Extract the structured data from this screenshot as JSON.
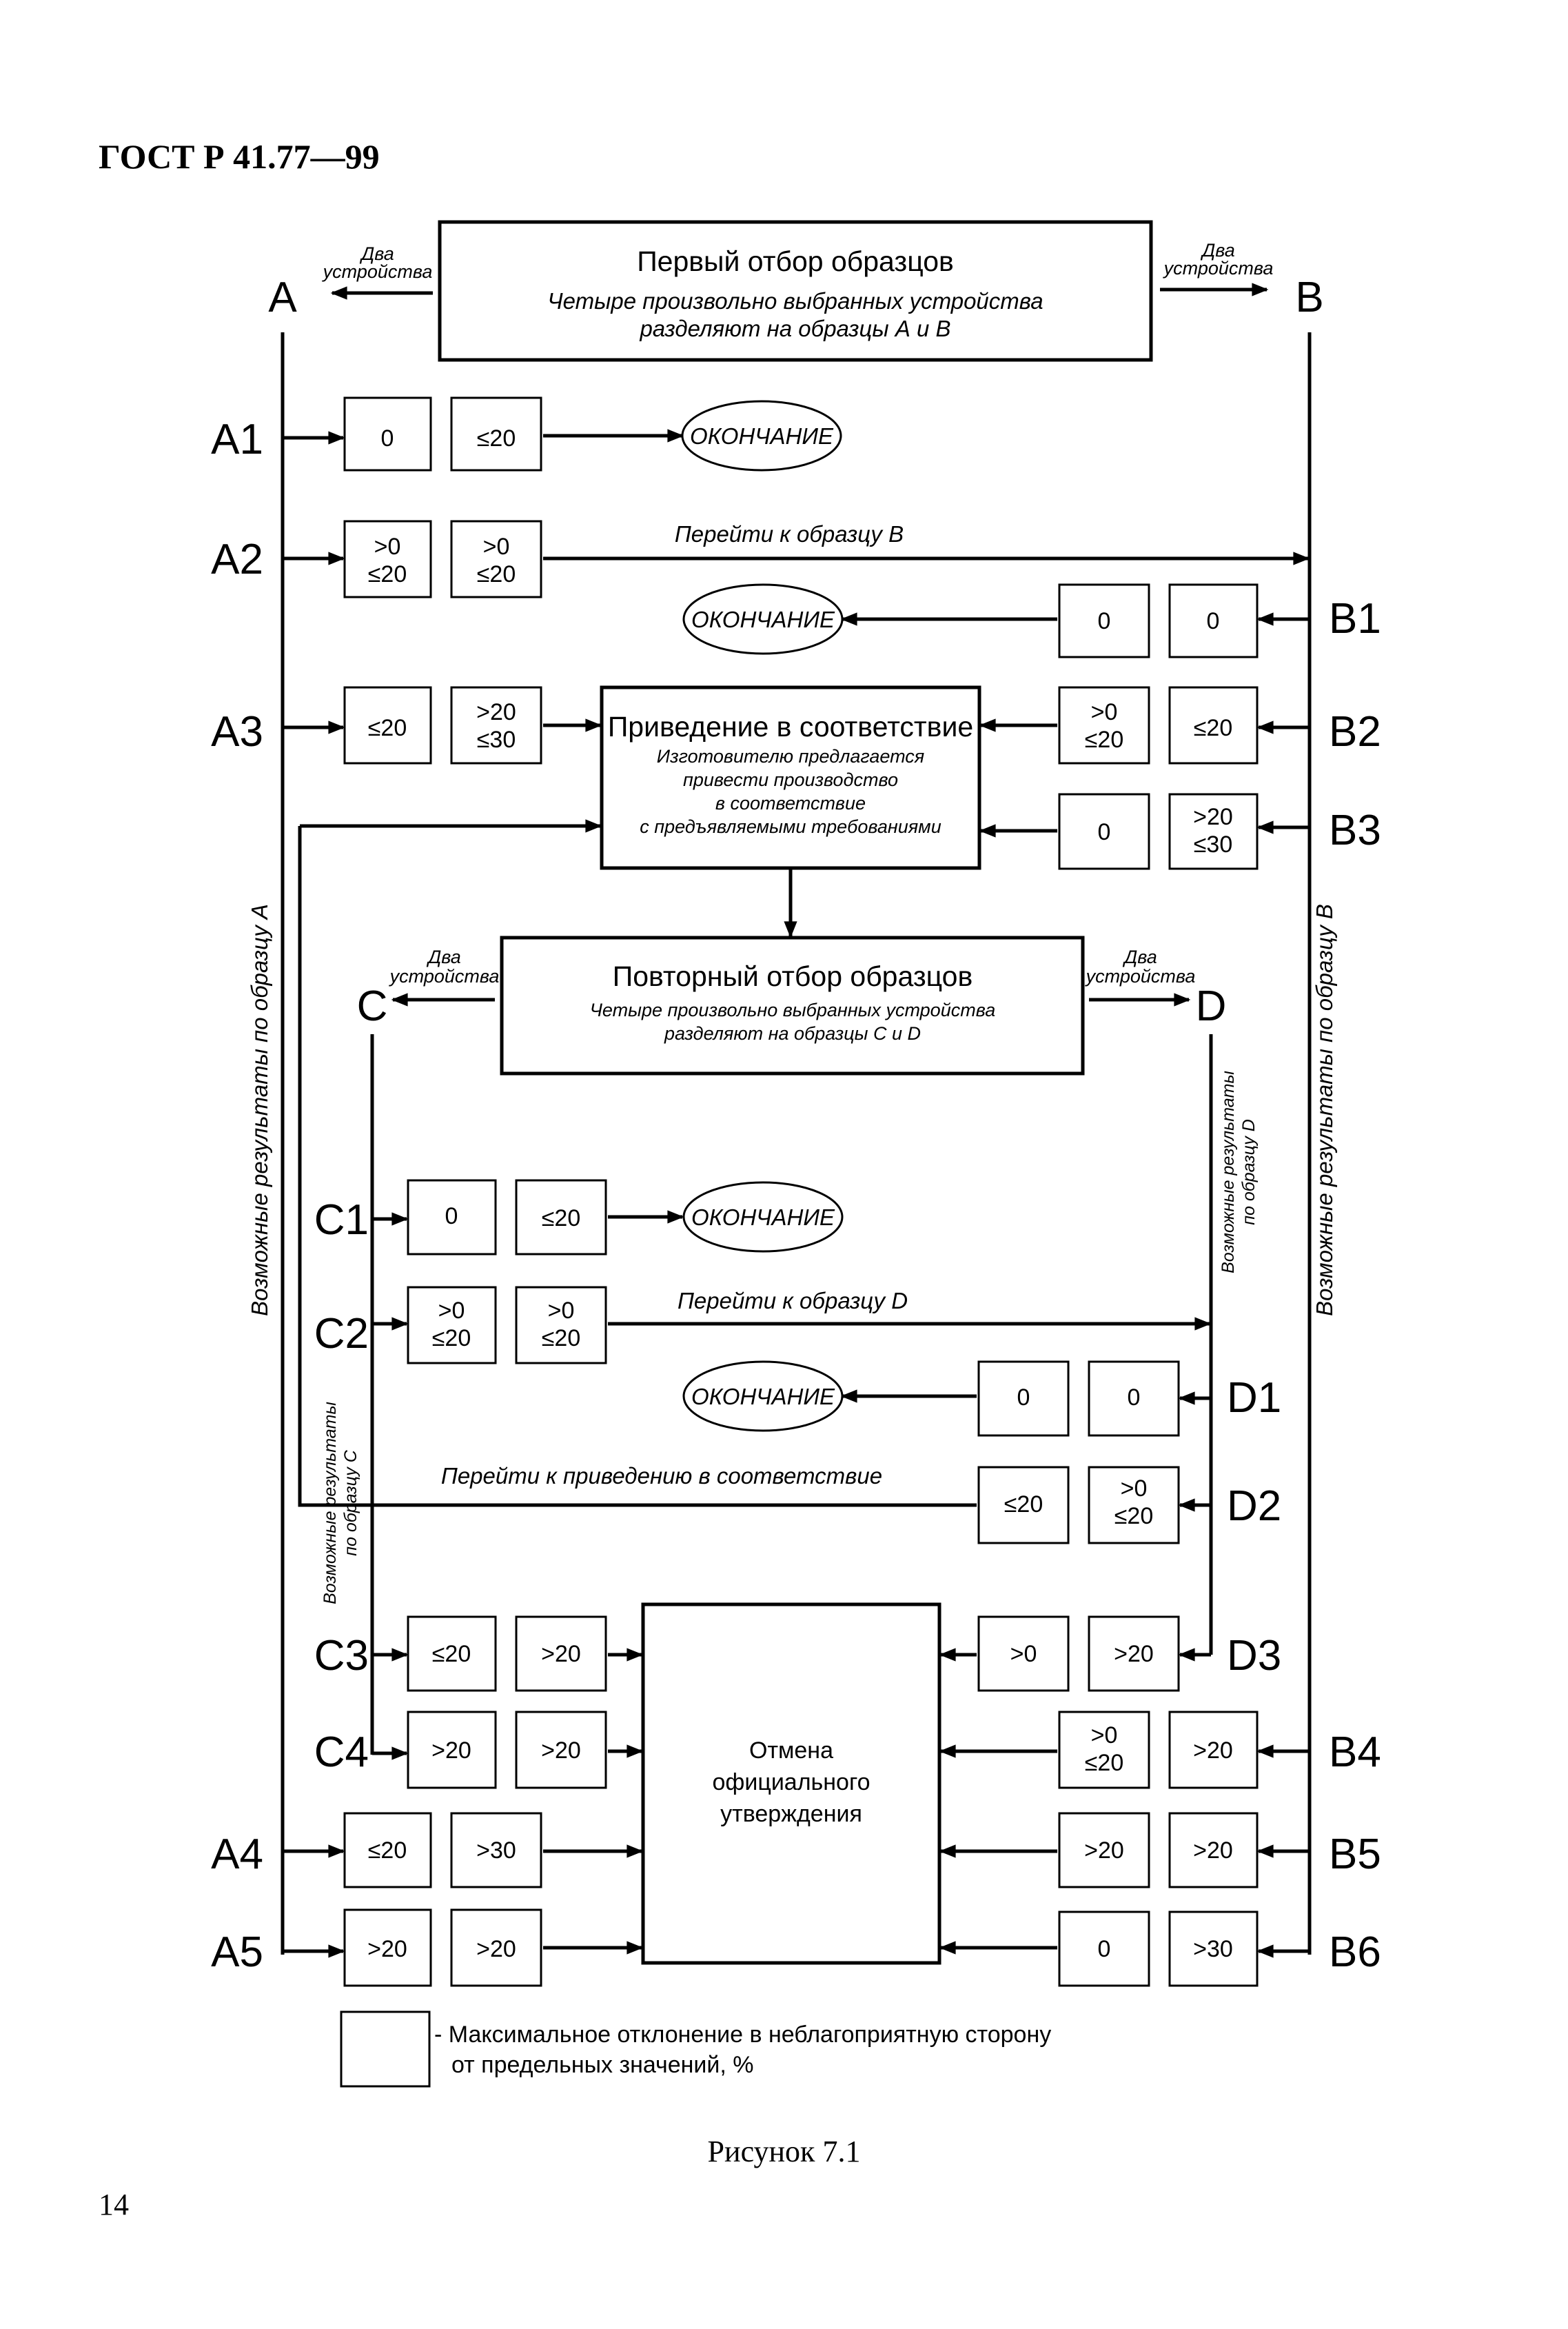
{
  "header": {
    "doc_code": "ГОСТ Р 41.77—99",
    "page_number": "14",
    "caption": "Рисунок 7.1"
  },
  "first_sampling": {
    "title": "Первый отбор образцов",
    "line1": "Четыре произвольно выбранных устройства",
    "line2": "разделяют на образцы А и В",
    "two_devices_l1": "Два",
    "two_devices_l2": "устройства"
  },
  "resampling": {
    "title": "Повторный отбор образцов",
    "line1": "Четыре произвольно выбранных устройства",
    "line2": "разделяют на образцы С и D",
    "two_devices_l1": "Два",
    "two_devices_l2": "устройства"
  },
  "conformity": {
    "title": "Приведение в соответствие",
    "l1": "Изготовителю предлагается",
    "l2": "привести производство",
    "l3": "в соответствие",
    "l4": "с предъявляемыми требованиями"
  },
  "withdrawal": {
    "l1": "Отмена",
    "l2": "официального",
    "l3": "утверждения"
  },
  "end_label": "ОКОНЧАНИЕ",
  "samples": {
    "A": "A",
    "B": "B",
    "C": "C",
    "D": "D"
  },
  "rows": {
    "A1": "A1",
    "A2": "A2",
    "A3": "A3",
    "A4": "A4",
    "A5": "A5",
    "B1": "B1",
    "B2": "B2",
    "B3": "B3",
    "B4": "B4",
    "B5": "B5",
    "B6": "B6",
    "C1": "C1",
    "C2": "C2",
    "C3": "C3",
    "C4": "C4",
    "D1": "D1",
    "D2": "D2",
    "D3": "D3"
  },
  "vals": {
    "A1a": "0",
    "A1b": "≤20",
    "A2a1": ">0",
    "A2a2": "≤20",
    "A2b1": ">0",
    "A2b2": "≤20",
    "A3a": "≤20",
    "A3b1": ">20",
    "A3b2": "≤30",
    "A4a": "≤20",
    "A4b": ">30",
    "A5a": ">20",
    "A5b": ">20",
    "B1a": "0",
    "B1b": "0",
    "B2a1": ">0",
    "B2a2": "≤20",
    "B2b": "≤20",
    "B3a": "0",
    "B3b1": ">20",
    "B3b2": "≤30",
    "B4a1": ">0",
    "B4a2": "≤20",
    "B4b": ">20",
    "B5a": ">20",
    "B5b": ">20",
    "B6a": "0",
    "B6b": ">30",
    "C1a": "0",
    "C1b": "≤20",
    "C2a1": ">0",
    "C2a2": "≤20",
    "C2b1": ">0",
    "C2b2": "≤20",
    "C3a": "≤20",
    "C3b": ">20",
    "C4a": ">20",
    "C4b": ">20",
    "D1a": "0",
    "D1b": "0",
    "D2a": "≤20",
    "D2b1": ">0",
    "D2b2": "≤20",
    "D3a": ">0",
    "D3b": ">20"
  },
  "goto_B": "Перейти к образцу В",
  "goto_D": "Перейти к образцу D",
  "goto_conformity": "Перейти к приведению в соответствие",
  "side": {
    "A": "Возможные результаты по образцу А",
    "B": "Возможные результаты по образцу В",
    "C1": "Возможные результаты",
    "C2": "по образцу С",
    "D1": "Возможные результаты",
    "D2": "по образцу D"
  },
  "legend": {
    "l1": "- Максимальное отклонение в неблагоприятную сторону",
    "l2": "от предельных значений, %"
  }
}
